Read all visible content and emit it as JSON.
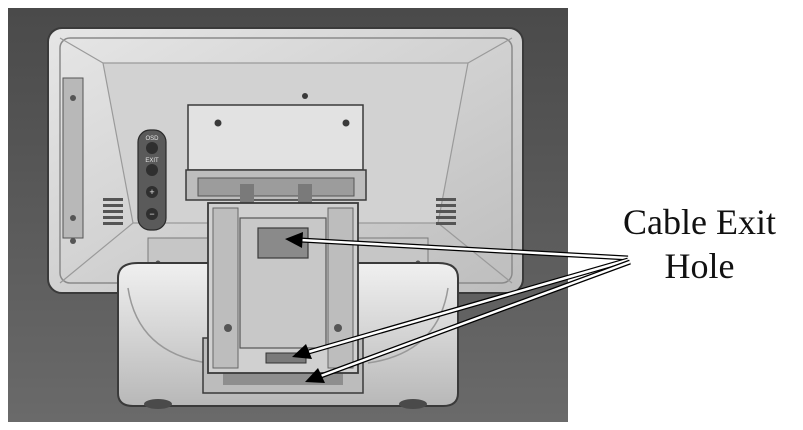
{
  "callout": {
    "line1": "Cable Exit",
    "line2": "Hole"
  },
  "colors": {
    "background": "#555555",
    "device_body": "#d4d4d4",
    "device_outline": "#3a3a3a",
    "arrow": "#ffffff",
    "arrow_head": "#000000",
    "text": "#111111"
  },
  "device": {
    "button_labels": [
      "OSD",
      "EXIT",
      "+",
      "−"
    ]
  }
}
